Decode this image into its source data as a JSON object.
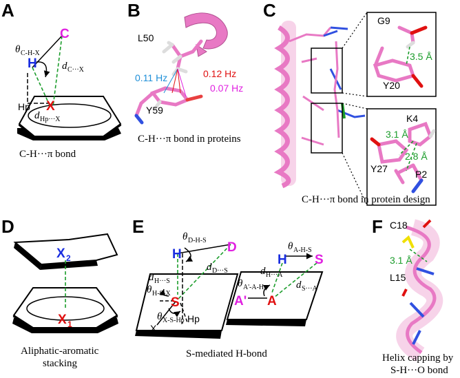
{
  "panels": {
    "A": {
      "letter": "A",
      "caption": "C-H···π bond",
      "atoms": {
        "c": "C",
        "h": "H",
        "x": "X"
      },
      "theta": "θ",
      "theta_sub": "C-H-X",
      "d1": "d",
      "d1_sub": "C···X",
      "hp": "Hp",
      "d2": "d",
      "d2_sub": "Hp···X"
    },
    "B": {
      "letter": "B",
      "caption": "C-H···π bond in proteins",
      "res1": "L50",
      "res2": "Y59",
      "hz1": "0.11 Hz",
      "hz2": "0.12 Hz",
      "hz3": "0.07 Hz"
    },
    "C": {
      "letter": "C",
      "caption": "C-H···π bond in protein design",
      "g9": "G9",
      "y20": "Y20",
      "dist1": "3.5 Å",
      "k4": "K4",
      "dist2": "3.1 Å",
      "dist3": "2.8 Å",
      "y27": "Y27",
      "p2": "P2"
    },
    "D": {
      "letter": "D",
      "caption1": "Aliphatic-aromatic",
      "caption2": "stacking",
      "x2": "X",
      "x2_sub": "2",
      "x1": "X",
      "x1_sub": "1"
    },
    "E": {
      "letter": "E",
      "caption": "S-mediated H-bond",
      "d_atom": "D",
      "h_atom": "H",
      "s_atom": "S",
      "a_atom": "A",
      "a2_atom": "A'",
      "h2_atom": "H",
      "s2_atom": "S",
      "x_label": "X",
      "hp_label": "Hp",
      "t1": "θ",
      "t1_sub": "D-H-S",
      "dd1": "d",
      "dd1_sub": "D···S",
      "dh1": "d",
      "dh1_sub": "H···S",
      "t2": "θ",
      "t2_sub": "H-S-X",
      "t3": "θ",
      "t3_sub": "X-S-Hp",
      "t4": "θ",
      "t4_sub": "A-H-S",
      "t5": "θ",
      "t5_sub": "A'-A-H",
      "dh2": "d",
      "dh2_sub": "H···A",
      "ds2": "d",
      "ds2_sub": "S···A"
    },
    "F": {
      "letter": "F",
      "caption1": "Helix capping by",
      "caption2": "S-H···O bond",
      "c18": "C18",
      "l15": "L15",
      "dist": "3.1 Å"
    }
  },
  "colors": {
    "hbond": "#1a9c2a",
    "carbon_atom": "#e020e0",
    "hydrogen": "#1a2ee0",
    "x_atom": "#e01010",
    "stick": "#e879c4",
    "blue_hz": "#1e8fd8",
    "red_hz": "#e01010",
    "magenta_hz": "#e020e0"
  }
}
